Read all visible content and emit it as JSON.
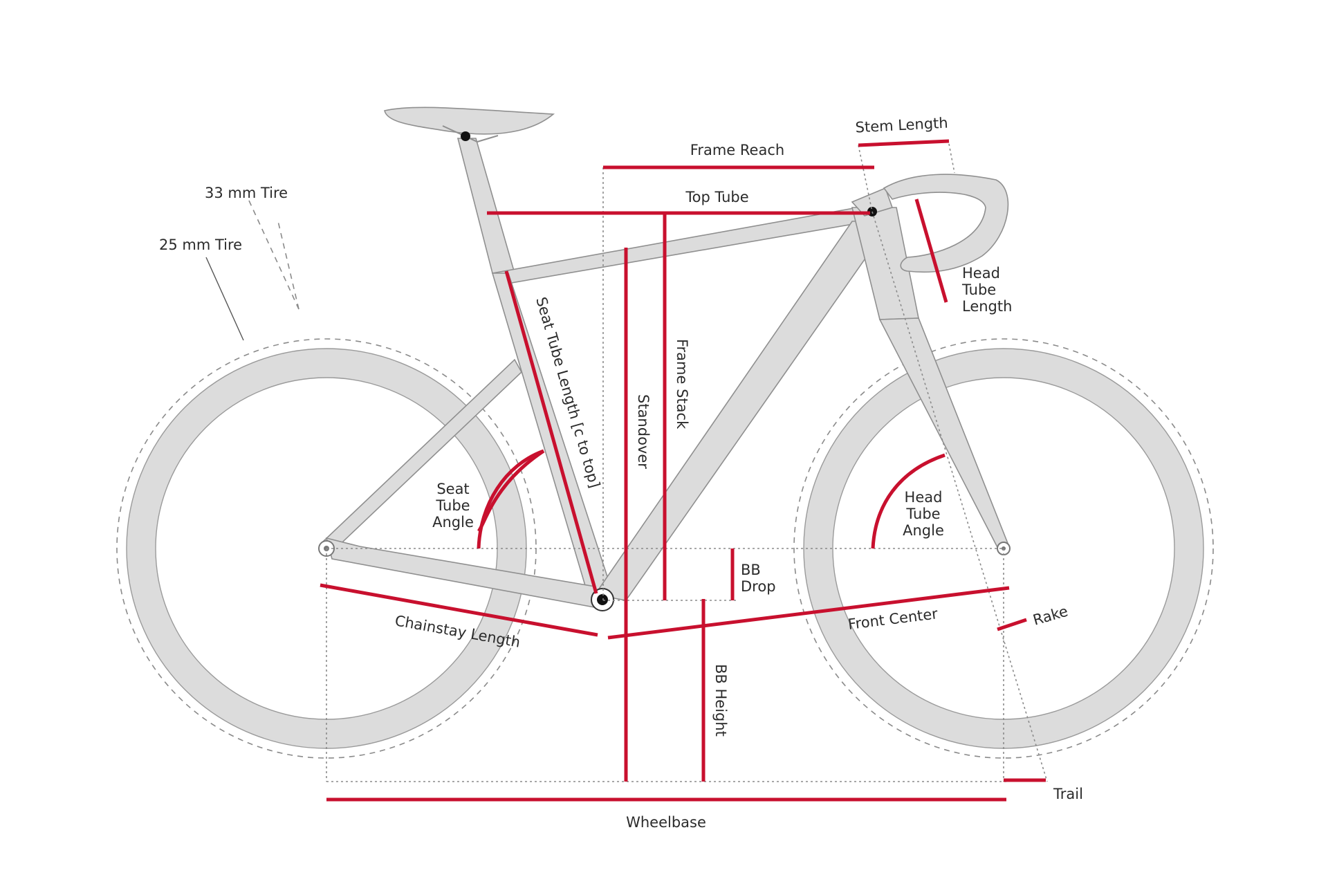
{
  "diagram": {
    "labels": {
      "tire_33": "33 mm Tire",
      "tire_25": "25 mm Tire",
      "frame_reach": "Frame Reach",
      "stem_length": "Stem Length",
      "top_tube": "Top Tube",
      "head_tube_length": [
        "Head",
        "Tube",
        "Length"
      ],
      "seat_tube_length": "Seat Tube Length [c to top]",
      "standover": "Standover",
      "frame_stack": "Frame Stack",
      "seat_tube_angle": [
        "Seat",
        "Tube",
        "Angle"
      ],
      "head_tube_angle": [
        "Head",
        "Tube",
        "Angle"
      ],
      "bb_drop": [
        "BB",
        "Drop"
      ],
      "chainstay_length": "Chainstay Length",
      "front_center": "Front Center",
      "rake": "Rake",
      "bb_height": "BB Height",
      "trail": "Trail",
      "wheelbase": "Wheelbase"
    },
    "colors": {
      "measure": "#c8102e",
      "frame": "#dcdcdc",
      "outline": "#8f8f8f",
      "text": "#2b2b2b"
    }
  }
}
